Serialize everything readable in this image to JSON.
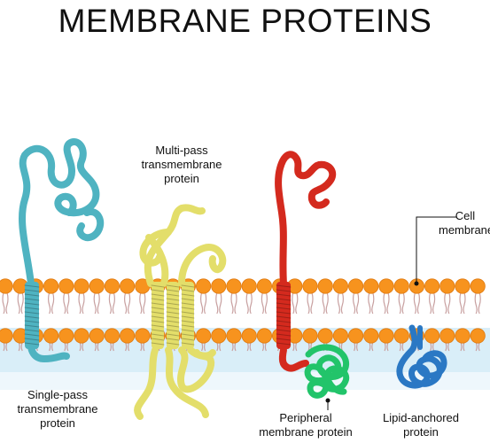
{
  "title": "MEMBRANE PROTEINS",
  "labels": {
    "multi_pass": [
      "Multi-pass",
      "transmembrane",
      "protein"
    ],
    "single_pass": [
      "Single-pass",
      "transmembrane",
      "protein"
    ],
    "cell_membrane": [
      "Cell",
      "membrane"
    ],
    "peripheral": [
      "Peripheral",
      "membrane protein"
    ],
    "lipid_anchored": [
      "Lipid-anchored",
      "protein"
    ]
  },
  "colors": {
    "lipid_head": "#f7931e",
    "lipid_tail": "#c8a0a0",
    "cytoplasm": "#d9eef8",
    "single_pass": "#4fb3c1",
    "multi_pass": "#e3de6a",
    "red_protein": "#d42a1e",
    "peripheral": "#22c46a",
    "lipid_anchored": "#2a78c4"
  }
}
